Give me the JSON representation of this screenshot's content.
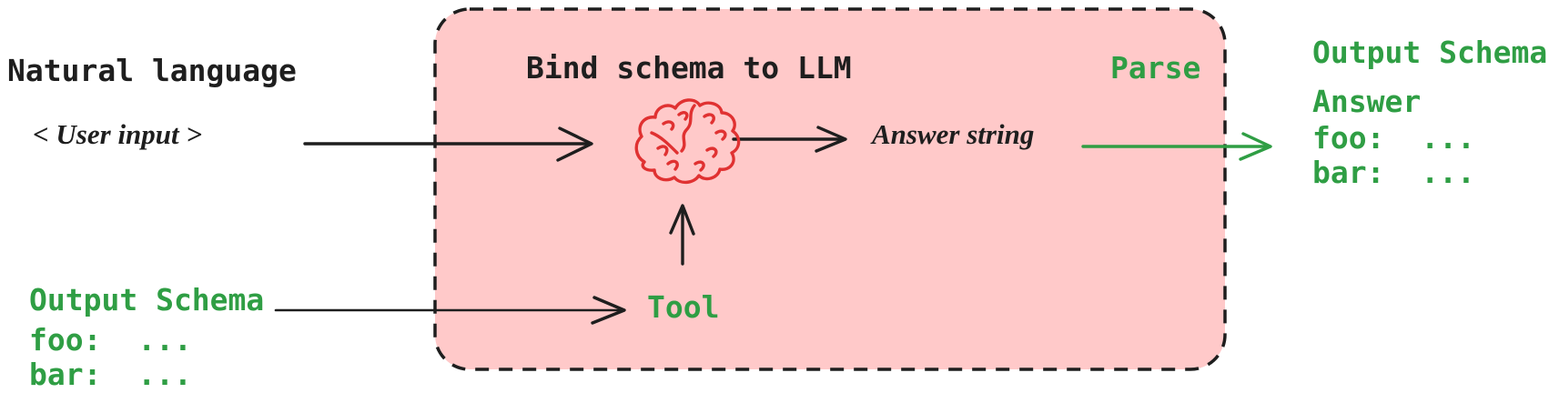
{
  "colors": {
    "ink": "#1e1e1e",
    "green": "#2f9e44",
    "red": "#e03131",
    "pink": "#ffc9c9",
    "bg": "#ffffff"
  },
  "labels": {
    "natural_language": "Natural language",
    "user_input": "< User input >",
    "box_title": "Bind schema to LLM",
    "parse": "Parse",
    "answer_string": "Answer string",
    "tool": "Tool"
  },
  "input_schema": {
    "title": "Output Schema",
    "foo_line": "foo:  ...",
    "bar_line": "bar:  ..."
  },
  "output_schema": {
    "title": "Output Schema",
    "answer_line": "Answer",
    "foo_line": "foo:  ...",
    "bar_line": "bar:  ..."
  },
  "icons": {
    "brain": "brain-icon"
  }
}
